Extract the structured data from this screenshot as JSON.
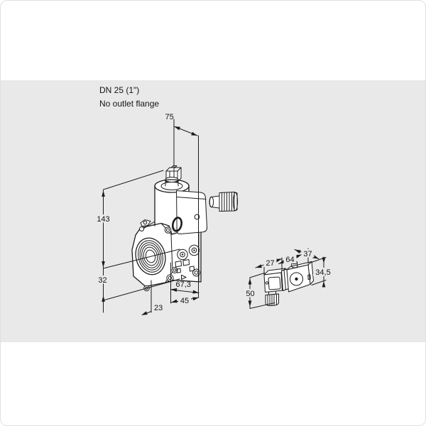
{
  "panel": {
    "background_color": "#e9e9e9",
    "line_color": "#1c1c1c",
    "title_line1": "DN 25 (1\")",
    "title_line2": "No outlet flange"
  },
  "dims": {
    "d75": "75",
    "d143": "143",
    "d32": "32",
    "d23": "23",
    "d45": "45",
    "d67_3": "67,3",
    "d27": "27",
    "d64": "64",
    "d37": "37",
    "d34_5": "34,5",
    "d50": "50"
  }
}
